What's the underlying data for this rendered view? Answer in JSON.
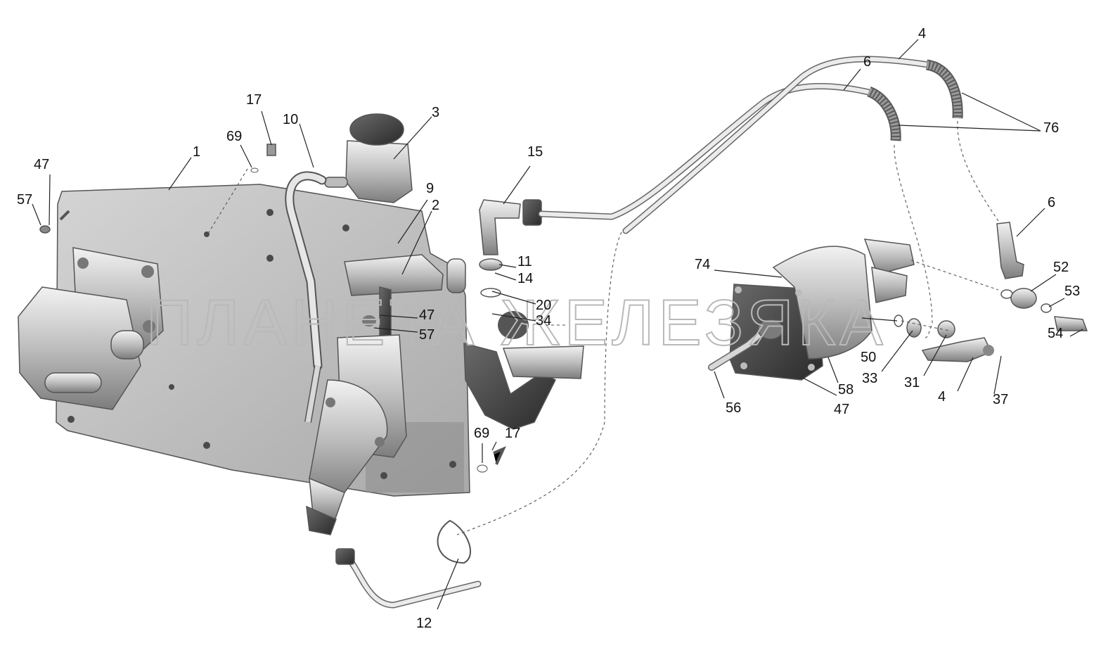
{
  "watermark": "ПЛАНЕТА ЖЕЛЕЗЯКА",
  "callouts": [
    {
      "id": "c1",
      "text": "1"
    },
    {
      "id": "c2",
      "text": "2"
    },
    {
      "id": "c3",
      "text": "3"
    },
    {
      "id": "c4a",
      "text": "4"
    },
    {
      "id": "c4b",
      "text": "4"
    },
    {
      "id": "c6a",
      "text": "6"
    },
    {
      "id": "c6b",
      "text": "6"
    },
    {
      "id": "c9",
      "text": "9"
    },
    {
      "id": "c10",
      "text": "10"
    },
    {
      "id": "c11",
      "text": "11"
    },
    {
      "id": "c12",
      "text": "12"
    },
    {
      "id": "c14",
      "text": "14"
    },
    {
      "id": "c15",
      "text": "15"
    },
    {
      "id": "c17a",
      "text": "17"
    },
    {
      "id": "c17b",
      "text": "17"
    },
    {
      "id": "c20",
      "text": "20"
    },
    {
      "id": "c31",
      "text": "31"
    },
    {
      "id": "c33",
      "text": "33"
    },
    {
      "id": "c34",
      "text": "34"
    },
    {
      "id": "c37",
      "text": "37"
    },
    {
      "id": "c47a",
      "text": "47"
    },
    {
      "id": "c47b",
      "text": "47"
    },
    {
      "id": "c47c",
      "text": "47"
    },
    {
      "id": "c50",
      "text": "50"
    },
    {
      "id": "c52",
      "text": "52"
    },
    {
      "id": "c53",
      "text": "53"
    },
    {
      "id": "c54",
      "text": "54"
    },
    {
      "id": "c56",
      "text": "56"
    },
    {
      "id": "c57a",
      "text": "57"
    },
    {
      "id": "c57b",
      "text": "57"
    },
    {
      "id": "c58",
      "text": "58"
    },
    {
      "id": "c69a",
      "text": "69"
    },
    {
      "id": "c69b",
      "text": "69"
    },
    {
      "id": "c74",
      "text": "74"
    },
    {
      "id": "c76",
      "text": "76"
    }
  ]
}
